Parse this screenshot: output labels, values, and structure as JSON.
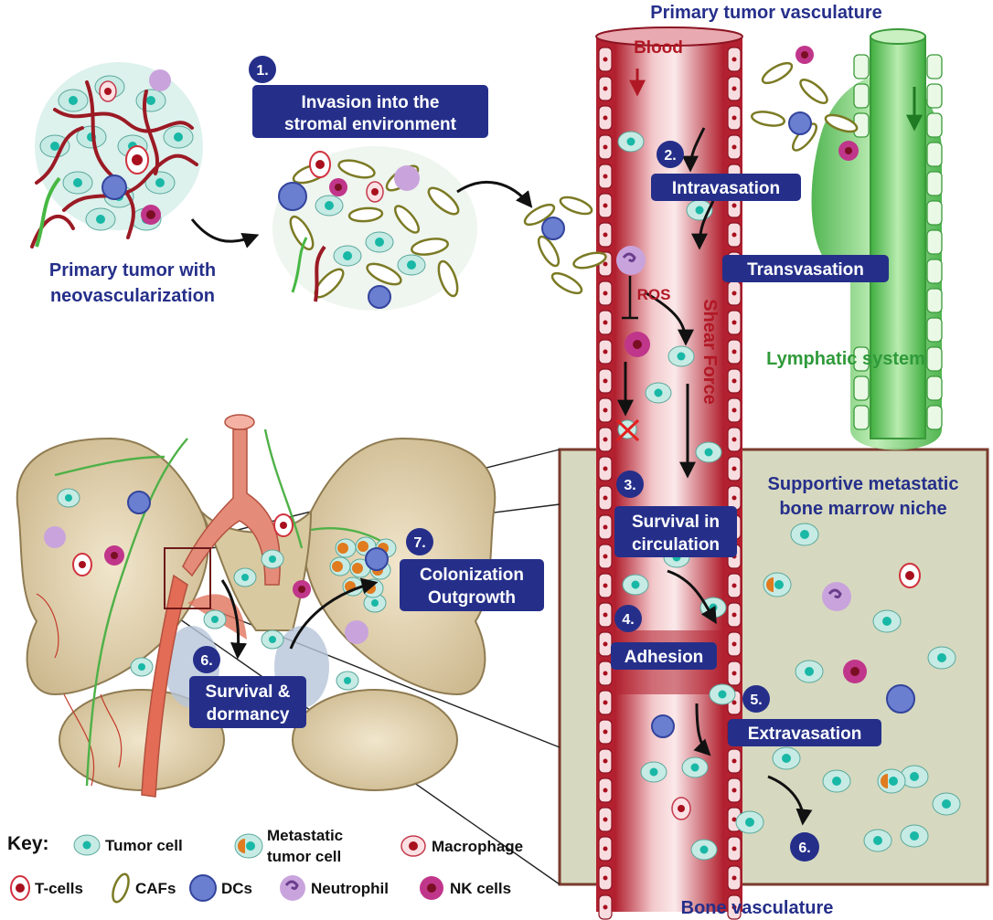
{
  "labels": {
    "primary_tumor": [
      "Primary tumor with",
      "neovascularization"
    ],
    "primary_vasculature": "Primary tumor vasculature",
    "blood": "Blood",
    "ros": "ROS",
    "shear_force": "Shear Force",
    "lymphatic": "Lymphatic system",
    "niche": [
      "Supportive metastatic",
      "bone marrow niche"
    ],
    "bone_vasculature": "Bone vasculature"
  },
  "steps": [
    {
      "num": "1.",
      "lines": [
        "Invasion into the",
        "stromal environment"
      ]
    },
    {
      "num": "2.",
      "lines": [
        "Intravasation"
      ]
    },
    {
      "num": "",
      "lines": [
        "Transvasation"
      ]
    },
    {
      "num": "3.",
      "lines": [
        "Survival in",
        "circulation"
      ]
    },
    {
      "num": "4.",
      "lines": [
        "Adhesion"
      ]
    },
    {
      "num": "5.",
      "lines": [
        "Extravasation"
      ]
    },
    {
      "num": "6.",
      "lines": [
        "Survival &",
        "dormancy"
      ]
    },
    {
      "num": "7.",
      "lines": [
        "Colonization",
        "Outgrowth"
      ]
    },
    {
      "num": "6.",
      "lines": []
    }
  ],
  "key": {
    "title": "Key:",
    "items": [
      "Tumor cell",
      "Metastatic",
      "tumor cell",
      "Macrophage",
      "T-cells",
      "CAFs",
      "DCs",
      "Neutrophil",
      "NK cells"
    ]
  },
  "colors": {
    "navy": "#252f8a",
    "vessel_red": "#a8182a",
    "lymph_green": "#4cbe4c",
    "niche_bg": "#d6d9bf",
    "caf_olive": "#7b7a24"
  }
}
